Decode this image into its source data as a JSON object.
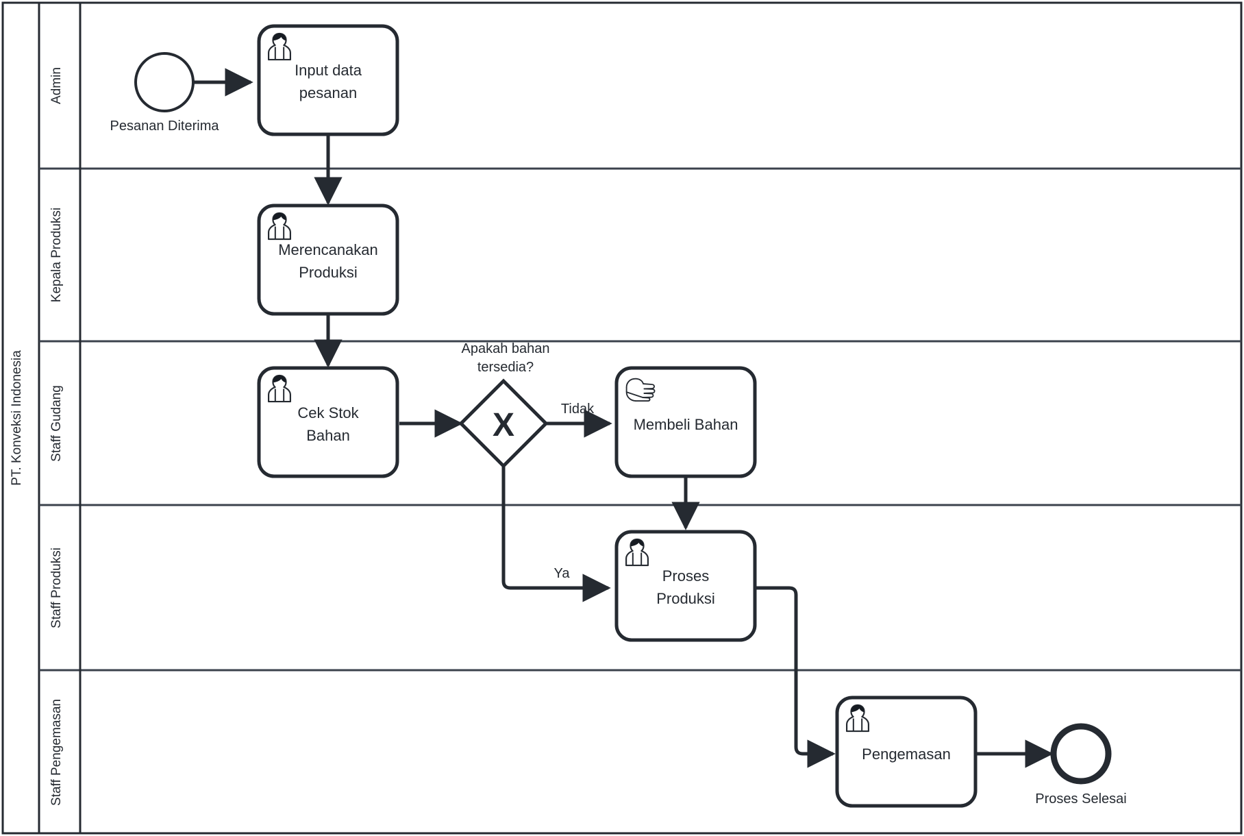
{
  "diagram": {
    "type": "bpmn-collaboration-diagram",
    "pool": {
      "name": "PT. Konveksi Indonesia"
    },
    "lanes": [
      {
        "id": "lane-admin",
        "name": "Admin"
      },
      {
        "id": "lane-kepala-produksi",
        "name": "Kepala Produksi"
      },
      {
        "id": "lane-staff-gudang",
        "name": "Staff Gudang"
      },
      {
        "id": "lane-staff-produksi",
        "name": "Staff Produksi"
      },
      {
        "id": "lane-staff-pengemasan",
        "name": "Staff Pengemasan"
      }
    ],
    "events": [
      {
        "id": "start-event",
        "kind": "start",
        "label": "Pesanan Diterima",
        "lane": "lane-admin"
      },
      {
        "id": "end-event",
        "kind": "end",
        "label": "Proses Selesai",
        "lane": "lane-staff-pengemasan"
      }
    ],
    "tasks": [
      {
        "id": "task-input-data-pesanan",
        "label": "Input data pesanan",
        "icon": "user-task-icon",
        "lane": "lane-admin"
      },
      {
        "id": "task-merencanakan-produksi",
        "label": "Merencanakan Produksi",
        "icon": "user-task-icon",
        "lane": "lane-kepala-produksi"
      },
      {
        "id": "task-cek-stok-bahan",
        "label": "Cek Stok Bahan",
        "icon": "user-task-icon",
        "lane": "lane-staff-gudang"
      },
      {
        "id": "task-membeli-bahan",
        "label": "Membeli Bahan",
        "icon": "manual-task-hand-icon",
        "lane": "lane-staff-gudang"
      },
      {
        "id": "task-proses-produksi",
        "label": "Proses Produksi",
        "icon": "user-task-icon",
        "lane": "lane-staff-produksi"
      },
      {
        "id": "task-pengemasan",
        "label": "Pengemasan",
        "icon": "user-task-icon",
        "lane": "lane-staff-pengemasan"
      }
    ],
    "gateways": [
      {
        "id": "gateway-bahan-tersedia",
        "kind": "exclusive",
        "marker": "X",
        "label": "Apakah bahan tersedia?",
        "lane": "lane-staff-gudang"
      }
    ],
    "flows": [
      {
        "id": "flow-start-to-input",
        "label": ""
      },
      {
        "id": "flow-input-to-merencanakan",
        "label": ""
      },
      {
        "id": "flow-merencanakan-to-cek",
        "label": ""
      },
      {
        "id": "flow-cek-to-gateway",
        "label": ""
      },
      {
        "id": "flow-gateway-tidak",
        "label": "Tidak"
      },
      {
        "id": "flow-gateway-ya",
        "label": "Ya"
      },
      {
        "id": "flow-membeli-to-produksi",
        "label": ""
      },
      {
        "id": "flow-produksi-to-pengemasan",
        "label": ""
      },
      {
        "id": "flow-pengemasan-to-end",
        "label": ""
      }
    ],
    "labels": {
      "task_input_line1": "Input data",
      "task_input_line2": "pesanan",
      "task_merencanakan_line1": "Merencanakan",
      "task_merencanakan_line2": "Produksi",
      "task_cek_line1": "Cek Stok",
      "task_cek_line2": "Bahan",
      "task_membeli_line1": "Membeli Bahan",
      "task_proses_line1": "Proses",
      "task_proses_line2": "Produksi",
      "task_pengemasan_line1": "Pengemasan",
      "gateway_label_line1": "Apakah bahan",
      "gateway_label_line2": "tersedia?",
      "gateway_marker": "X",
      "flow_tidak": "Tidak",
      "flow_ya": "Ya",
      "start_event_label": "Pesanan Diterima",
      "end_event_label": "Proses Selesai"
    },
    "colors": {
      "stroke": "#252a31",
      "fill": "#ffffff",
      "lane_divider": "#3b424c"
    }
  }
}
